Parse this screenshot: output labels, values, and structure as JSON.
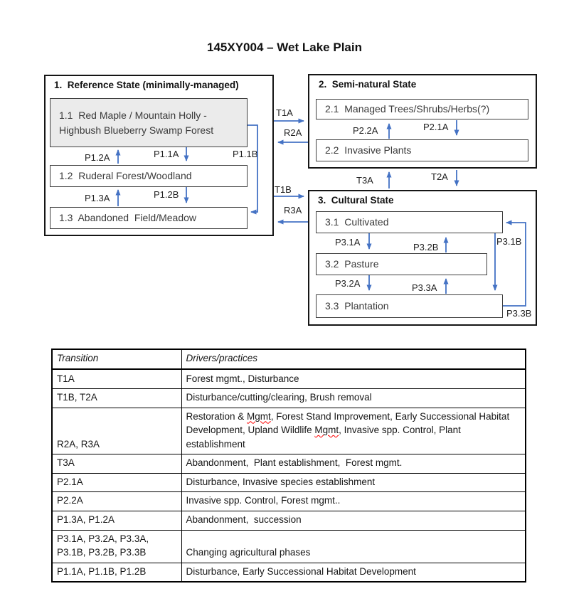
{
  "title": "145XY004 – Wet Lake Plain",
  "colors": {
    "arrow_blue": "#4472C4",
    "reference_box_fill": "#ebebeb",
    "misspell_underline": "#ff0000"
  },
  "states": {
    "state1": {
      "header": "1.  Reference State (minimally-managed)",
      "boxes": {
        "b11": "1.1  Red Maple / Mountain Holly -\nHighbush Blueberry Swamp Forest",
        "b12": "1.2  Ruderal Forest/Woodland",
        "b13": "1.3  Abandoned  Field/Meadow"
      }
    },
    "state2": {
      "header": "2.  Semi-natural State",
      "boxes": {
        "b21": "2.1  Managed Trees/Shrubs/Herbs(?)",
        "b22": "2.2  Invasive Plants"
      }
    },
    "state3": {
      "header": "3.  Cultural State",
      "boxes": {
        "b31": "3.1  Cultivated",
        "b32": "3.2  Pasture",
        "b33": "3.3  Plantation"
      }
    }
  },
  "transition_labels": {
    "t1a": "T1A",
    "r2a": "R2A",
    "t1b": "T1B",
    "r3a": "R3A",
    "t3a": "T3A",
    "t2a": "T2A",
    "p11a": "P1.1A",
    "p11b": "P1.1B",
    "p12a": "P1.2A",
    "p12b": "P1.2B",
    "p13a": "P1.3A",
    "p21a": "P2.1A",
    "p22a": "P2.2A",
    "p31a": "P3.1A",
    "p31b": "P3.1B",
    "p32a": "P3.2A",
    "p32b": "P3.2B",
    "p33a": "P3.3A",
    "p33b": "P3.3B"
  },
  "table": {
    "headers": [
      "Transition",
      "Drivers/practices"
    ],
    "misspelled_words": [
      "Mgmt"
    ],
    "rows": [
      {
        "transition": "T1A",
        "drivers": "Forest mgmt., Disturbance"
      },
      {
        "transition": "T1B, T2A",
        "drivers": "Disturbance/cutting/clearing, Brush removal"
      },
      {
        "transition": "R2A, R3A",
        "drivers": "Restoration & Mgmt, Forest Stand Improvement, Early Successional Habitat Development, Upland Wildlife Mgmt, Invasive spp. Control, Plant establishment"
      },
      {
        "transition": "T3A",
        "drivers": "Abandonment,  Plant establishment,  Forest mgmt."
      },
      {
        "transition": "P2.1A",
        "drivers": "Disturbance, Invasive species establishment"
      },
      {
        "transition": "P2.2A",
        "drivers": "Invasive spp. Control, Forest mgmt.."
      },
      {
        "transition": "P1.3A, P1.2A",
        "drivers": "Abandonment,  succession"
      },
      {
        "transition": "P3.1A, P3.2A, P3.3A,\nP3.1B, P3.2B, P3.3B",
        "drivers": "Changing agricultural phases"
      },
      {
        "transition": "P1.1A, P1.1B, P1.2B",
        "drivers": "Disturbance, Early Successional Habitat Development"
      }
    ]
  }
}
